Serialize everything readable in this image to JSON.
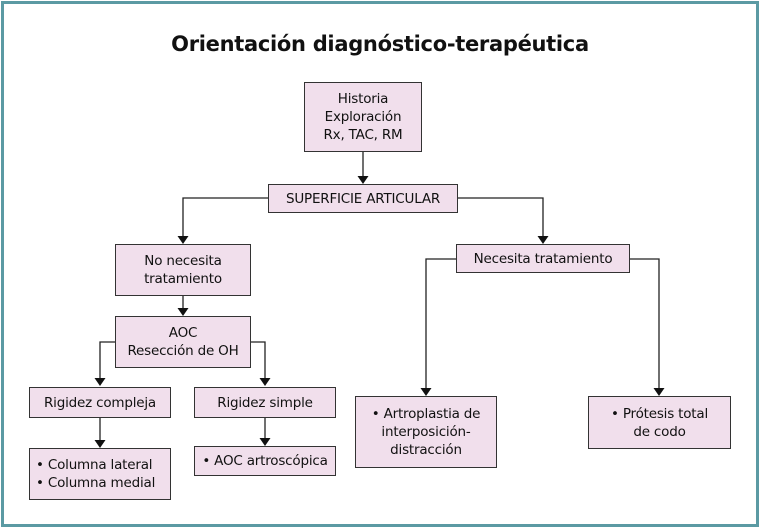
{
  "title": "Orientación diagnóstico-terapéutica",
  "colors": {
    "box_fill": "#f1dfec",
    "frame_border": "#5b9aa3",
    "line": "#222222"
  },
  "nodes": {
    "historia": {
      "lines": [
        "Historia",
        "Exploración",
        "Rx, TAC, RM"
      ]
    },
    "superficie": {
      "lines": [
        "SUPERFICIE ARTICULAR"
      ]
    },
    "no_necesita": {
      "lines": [
        "No necesita",
        "tratamiento"
      ]
    },
    "necesita": {
      "lines": [
        "Necesita tratamiento"
      ]
    },
    "aoc_reseccion": {
      "lines": [
        "AOC",
        "Resección de OH"
      ]
    },
    "rigidez_compleja": {
      "lines": [
        "Rigidez compleja"
      ]
    },
    "rigidez_simple": {
      "lines": [
        "Rigidez simple"
      ]
    },
    "columnas": {
      "lines": [
        "• Columna lateral",
        "• Columna medial"
      ]
    },
    "aoc_artroscopica": {
      "lines": [
        "• AOC artroscópica"
      ]
    },
    "artroplastia": {
      "lines": [
        "• Artroplastia de",
        "interposición-",
        "distracción"
      ]
    },
    "protesis": {
      "lines": [
        "• Prótesis total",
        "de codo"
      ]
    }
  },
  "edges": [
    [
      "historia",
      "superficie"
    ],
    [
      "superficie",
      "no_necesita"
    ],
    [
      "superficie",
      "necesita"
    ],
    [
      "no_necesita",
      "aoc_reseccion"
    ],
    [
      "aoc_reseccion",
      "rigidez_compleja"
    ],
    [
      "aoc_reseccion",
      "rigidez_simple"
    ],
    [
      "rigidez_compleja",
      "columnas"
    ],
    [
      "rigidez_simple",
      "aoc_artroscopica"
    ],
    [
      "necesita",
      "artroplastia"
    ],
    [
      "necesita",
      "protesis"
    ]
  ]
}
